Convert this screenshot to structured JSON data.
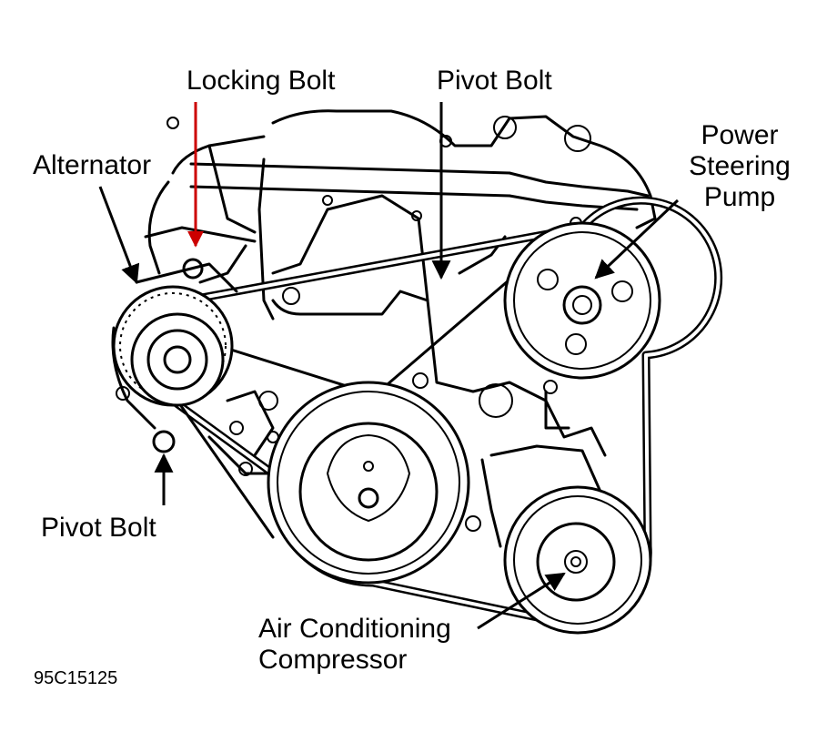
{
  "labels": {
    "locking_bolt": "Locking Bolt",
    "pivot_bolt_top": "Pivot Bolt",
    "alternator": "Alternator",
    "power_steering_line1": "Power",
    "power_steering_line2": "Steering",
    "power_steering_line3": "Pump",
    "pivot_bolt_bottom": "Pivot Bolt",
    "ac_line1": "Air Conditioning",
    "ac_line2": "Compressor",
    "figure_id": "95C15125"
  },
  "colors": {
    "locking_bolt_arrow": "#cc0000",
    "line": "#000000",
    "background": "#ffffff"
  }
}
